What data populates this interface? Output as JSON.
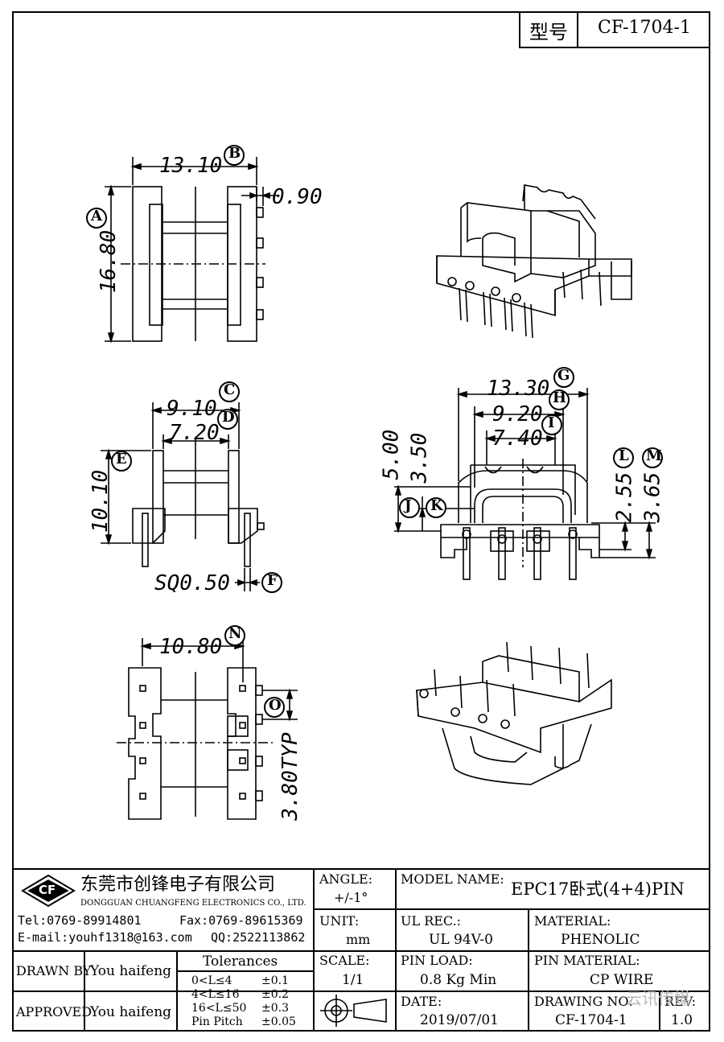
{
  "header": {
    "model_label": "型号",
    "model_value": "CF-1704-1"
  },
  "dimensions": {
    "a_label": "A",
    "a_value": "16.80",
    "b_label": "B",
    "b_value": "13.10",
    "pin_offset": "0.90",
    "c_label": "C",
    "c_value": "9.10",
    "d_label": "D",
    "d_value": "7.20",
    "e_label": "E",
    "e_value": "10.10",
    "f_label": "F",
    "f_value": "SQ0.50",
    "g_label": "G",
    "g_value": "13.30",
    "h_label": "H",
    "h_value": "9.20",
    "i_label": "I",
    "i_value": "7.40",
    "j_label": "J",
    "j_value": "5.00",
    "k_label": "K",
    "k_value": "3.50",
    "l_label": "L",
    "l_value": "2.55",
    "m_label": "M",
    "m_value": "3.65",
    "n_label": "N",
    "n_value": "10.80",
    "o_label": "O",
    "o_value": "3.80TYP"
  },
  "company": {
    "logo": "CF",
    "name_cn": "东莞市创锋电子有限公司",
    "name_en": "DONGGUAN CHUANGFENG ELECTRONICS CO., LTD.",
    "tel": "Tel:0769-89914801",
    "fax": "Fax:0769-89615369",
    "email": "E-mail:youhf1318@163.com",
    "qq": "QQ:2522113862"
  },
  "title_block": {
    "angle_label": "ANGLE:",
    "angle_value": "+/-1°",
    "model_name_label": "MODEL NAME:",
    "model_name_value": "EPC17卧式(4+4)PIN",
    "unit_label": "UNIT:",
    "unit_value": "mm",
    "ul_label": "UL REC.:",
    "ul_value": "UL 94V-0",
    "material_label": "MATERIAL:",
    "material_value": "PHENOLIC",
    "drawn_by_label": "DRAWN BY",
    "drawn_by_value": "You haifeng",
    "approved_label": "APPROVED",
    "approved_value": "You haifeng",
    "tolerances_title": "Tolerances",
    "tolerances": [
      {
        "range": "0<L≤4",
        "value": "±0.1"
      },
      {
        "range": "4<L≤16",
        "value": "±0.2"
      },
      {
        "range": "16<L≤50",
        "value": "±0.3"
      },
      {
        "range": "Pin Pitch",
        "value": "±0.05"
      }
    ],
    "scale_label": "SCALE:",
    "scale_value": "1/1",
    "pin_load_label": "PIN LOAD:",
    "pin_load_value": "0.8 Kg Min",
    "pin_material_label": "PIN MATERIAL:",
    "pin_material_value": "CP WIRE",
    "date_label": "DATE:",
    "date_value": "2019/07/01",
    "drawing_no_label": "DRAWING NO:",
    "drawing_no_value": "CF-1704-1",
    "rev_label": "REV:",
    "rev_value": "1.0"
  },
  "watermark": "云讯传媒"
}
